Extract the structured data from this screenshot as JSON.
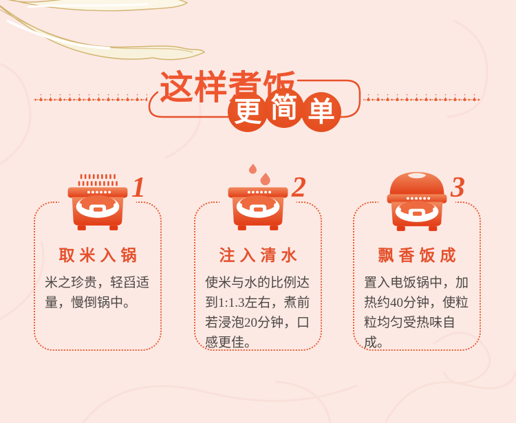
{
  "theme": {
    "background": "#fce9e4",
    "accent": "#e8512b",
    "accent_deep": "#e23c15",
    "accent_light": "#f18a5e",
    "body_text": "#4c4743",
    "ribbon_fill": "#f8f1dc",
    "ribbon_stroke": "#d2b470"
  },
  "header": {
    "title": "这样煮饭",
    "badge": {
      "chars": [
        "更",
        "简",
        "单"
      ]
    }
  },
  "steps": [
    {
      "number": "1",
      "icon": "rice-cooker-pouring-rice-icon",
      "title": "取米入锅",
      "body": "米之珍贵，轻舀适量，慢倒锅中。"
    },
    {
      "number": "2",
      "icon": "rice-cooker-water-drops-icon",
      "title": "注入清水",
      "body": "使米与水的比例达到1:1.3左右，煮前若浸泡20分钟，口感更佳。"
    },
    {
      "number": "3",
      "icon": "rice-cooker-closed-lid-icon",
      "title": "飘香饭成",
      "body": "置入电饭锅中，加热约40分钟，使粒粒均匀受热味自成。"
    }
  ]
}
